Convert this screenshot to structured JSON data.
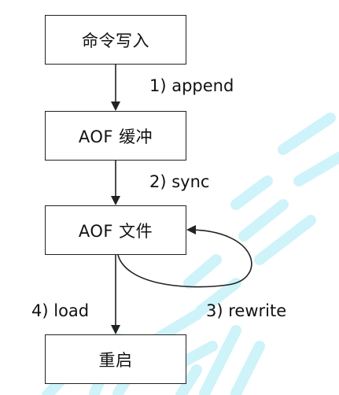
{
  "nodes": {
    "command_write": "命令写入",
    "aof_buffer": "AOF 缓冲",
    "aof_file": "AOF 文件",
    "restart": "重启"
  },
  "edges": {
    "append": "1) append",
    "sync": "2) sync",
    "rewrite": "3) rewrite",
    "load": "4) load"
  },
  "colors": {
    "line": "#222222",
    "watermark": "#bff0f8"
  }
}
